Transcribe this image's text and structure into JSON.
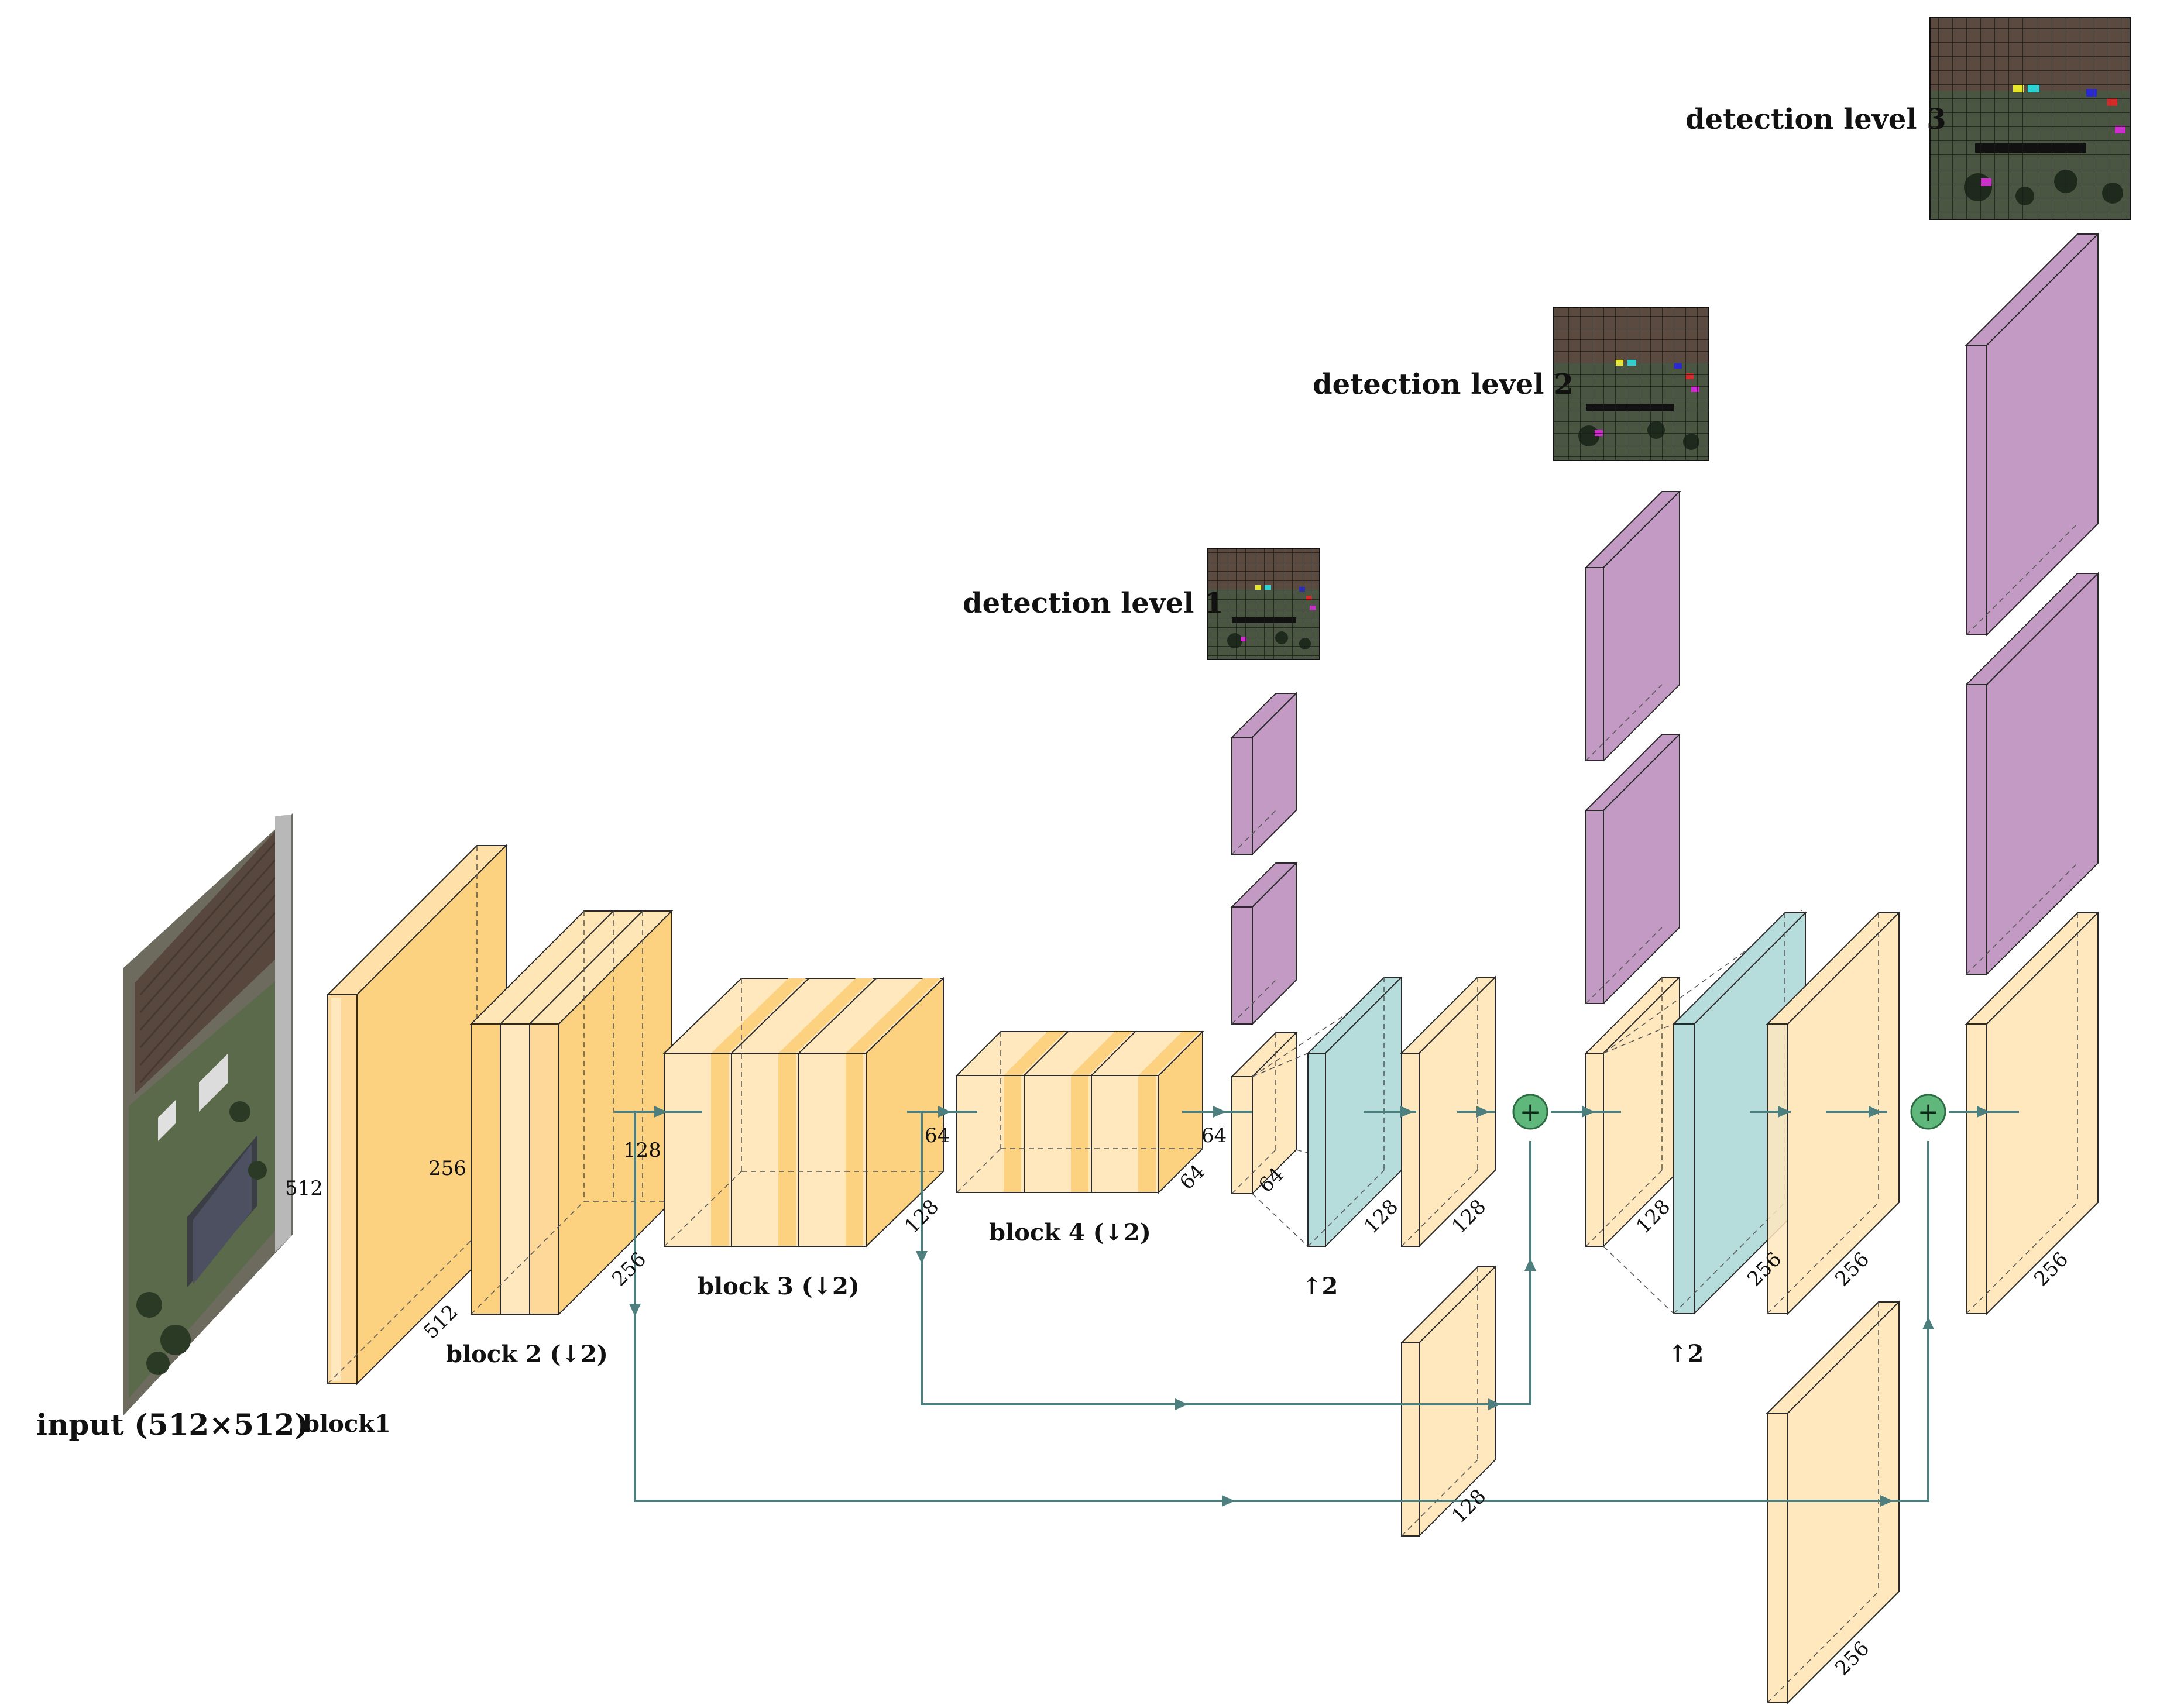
{
  "labels": {
    "input": "input (512×512)",
    "block1": "block1",
    "block2": "block 2 (↓2)",
    "block3": "block 3 (↓2)",
    "block4": "block 4 (↓2)",
    "up_a": "↑2",
    "up_b": "↑2",
    "det1": "detection level 1",
    "det2": "detection level 2",
    "det3": "detection level 3",
    "plus": "+"
  },
  "dims": {
    "d512a": "512",
    "d512b": "512",
    "d256a": "256",
    "d256b": "256",
    "d128a": "128",
    "d128b": "128",
    "d64a": "64",
    "d64b": "64",
    "d64c": "64",
    "d64d": "64",
    "d128c": "128",
    "d128d": "128",
    "d128e": "128",
    "d128f": "128",
    "d256c": "256",
    "d256d": "256",
    "d256e": "256",
    "d256f": "256"
  },
  "colors": {
    "feature_front": "#ffe8bd",
    "feature_side": "#fddca0",
    "feature_dark": "#fcd281",
    "detection_head": "#c39ac4",
    "upsample": "#b6dcdc",
    "connection": "#4d7f7f",
    "adder": "#5fb77b"
  }
}
